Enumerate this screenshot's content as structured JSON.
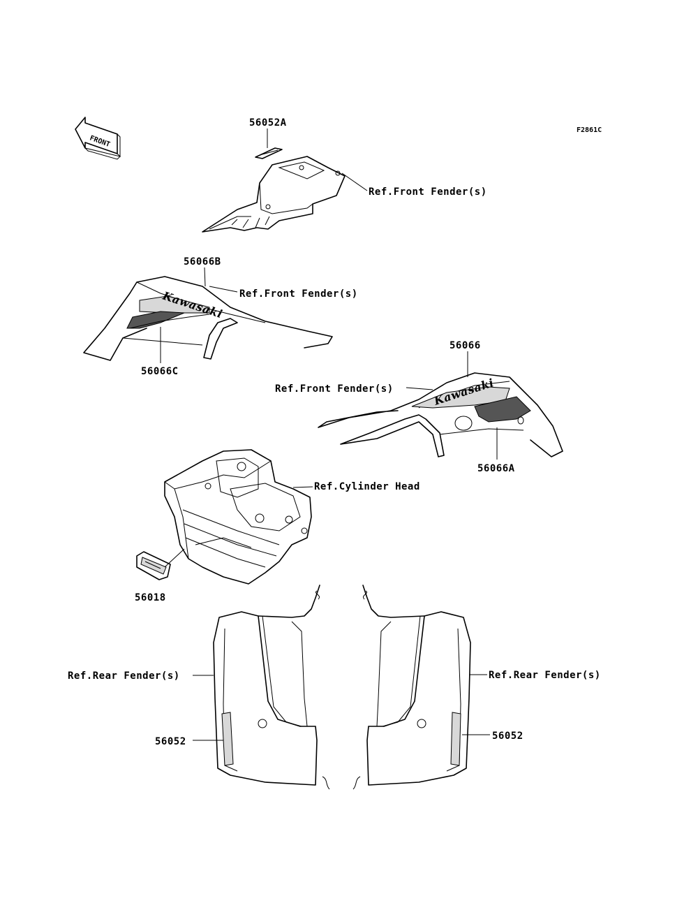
{
  "figure_code": "F2861C",
  "front_arrow_label": "FRONT",
  "labels": {
    "p56052A": "56052A",
    "ref_front_fender_1": "Ref.Front Fender(s)",
    "p56066B": "56066B",
    "ref_front_fender_2": "Ref.Front Fender(s)",
    "p56066C": "56066C",
    "p56066": "56066",
    "ref_front_fender_3": "Ref.Front Fender(s)",
    "p56066A": "56066A",
    "ref_cylinder_head": "Ref.Cylinder Head",
    "p56018": "56018",
    "ref_rear_fender_left": "Ref.Rear Fender(s)",
    "ref_rear_fender_right": "Ref.Rear Fender(s)",
    "p56052_left": "56052",
    "p56052_right": "56052"
  },
  "decal_text": {
    "brand_left": "Kawasaki",
    "brand_right": "Kawasaki"
  }
}
